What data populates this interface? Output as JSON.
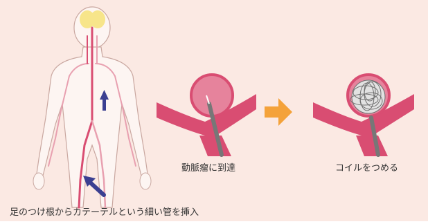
{
  "captions": {
    "reach": "動脈瘤に到達",
    "coil": "コイルをつめる",
    "insert": "足のつけ根からカテーテルという細い管を挿入"
  },
  "colors": {
    "background": "#fbe9e3",
    "body_outline": "#c9a7a0",
    "vessel": "#d94d72",
    "vessel_light": "#e8a0b0",
    "brain": "#f7e58a",
    "aneurysm": "#e6839c",
    "arrow_blue": "#3b3f91",
    "arrow_orange": "#f4a23a",
    "catheter": "#777777",
    "coil": "#cfcfcf"
  },
  "icons": {
    "step_arrow": "orange-right-arrow",
    "entry_arrow": "blue-diagonal-arrow",
    "flow_arrow": "blue-up-arrow"
  }
}
